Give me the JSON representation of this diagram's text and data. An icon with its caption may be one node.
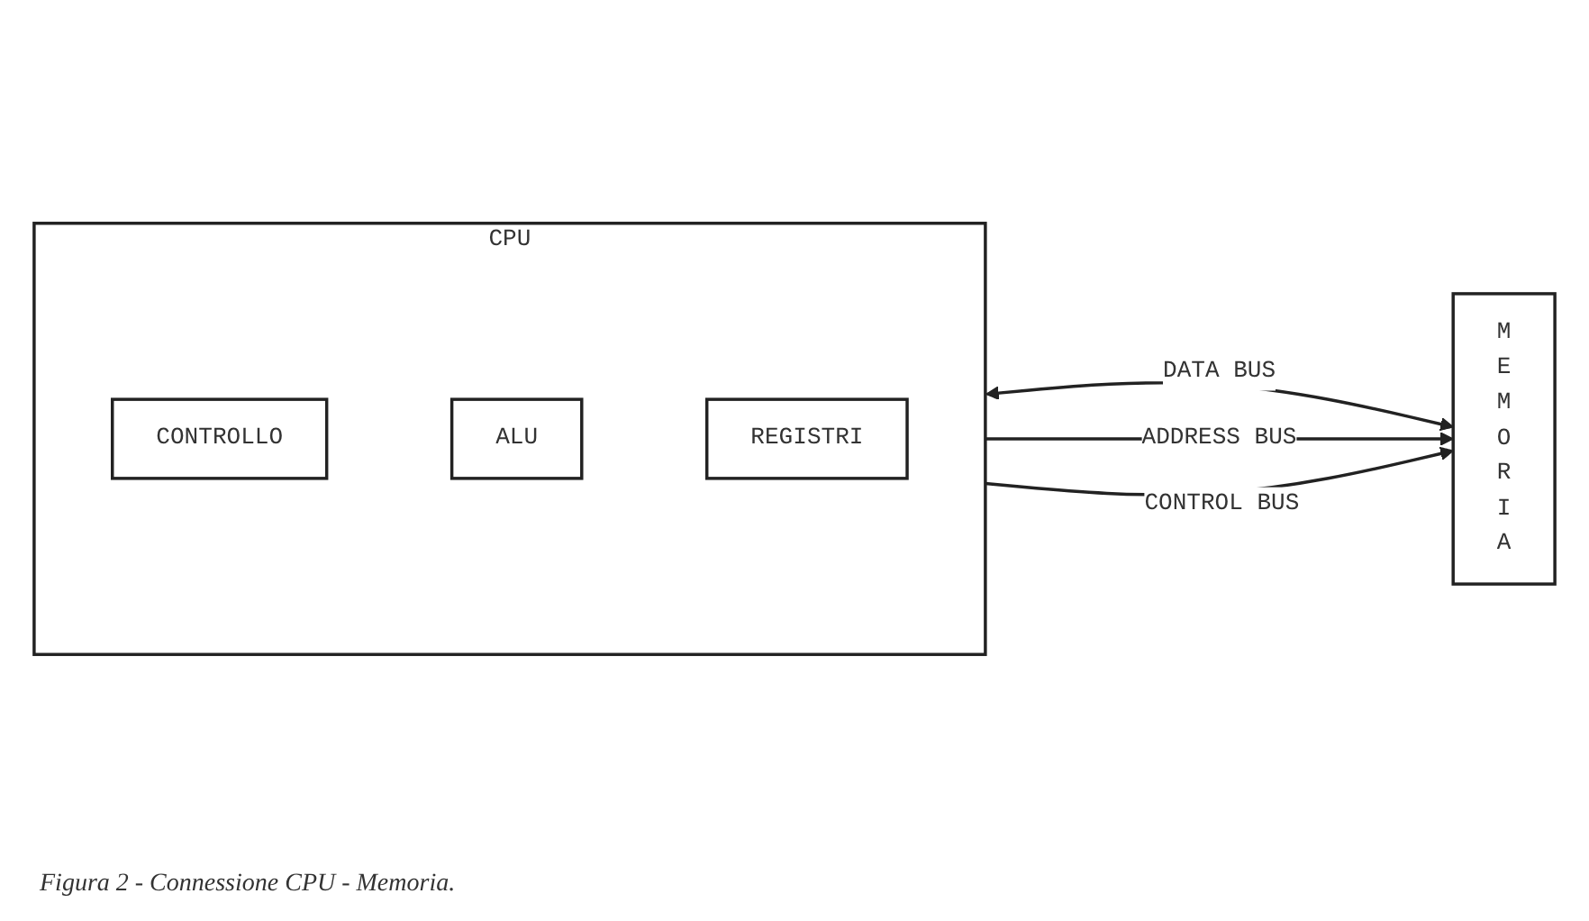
{
  "diagram": {
    "caption": "Figura 2 - Connessione CPU - Memoria.",
    "nodes": [
      {
        "text": [
          "CPU"
        ]
      },
      {
        "text": [
          "CONTROLLO"
        ],
        "in": 0
      },
      {
        "text": [
          "ALU"
        ],
        "in": 0
      },
      {
        "text": [
          "REGISTRI"
        ],
        "in": 0
      },
      {
        "text": [
          "MEMORIA"
        ]
      }
    ],
    "edges": [
      {
        "from": 0,
        "to": 4,
        "arrow": "both",
        "label": "DATA BUS"
      },
      {
        "from": 0,
        "to": 4,
        "arrow": "to",
        "label": "ADDRESS BUS"
      },
      {
        "from": 0,
        "to": 4,
        "arrow": "to",
        "label": "CONTROL BUS"
      }
    ]
  }
}
